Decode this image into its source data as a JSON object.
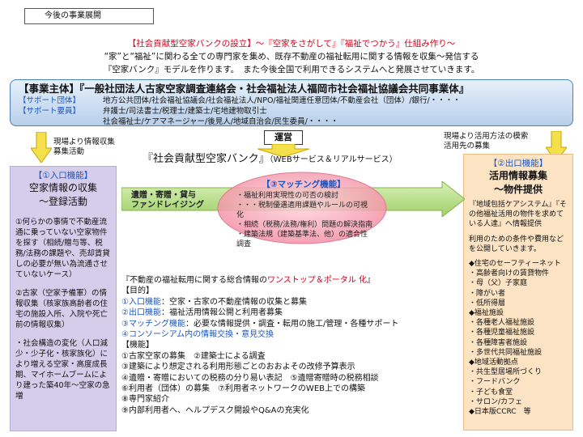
{
  "header": {
    "label": "今後の事業展開"
  },
  "intro": {
    "line1": "【社会貢献型空家バンクの設立】～『空家をさがして』『福祉でつかう』仕組み作り～",
    "line2": "“家”と“福祉”に関わる全ての専門家を集め、既存不動産の福祉転用に関する情報を収集～発信する",
    "line3": "『空家バンク』モデルを作ります。　また今後全国で利用できるシステムへと発展させていきます。"
  },
  "entity": {
    "title": "【事業主体】『一般社団法人古家空家調査連絡会・社会福祉法人福岡市社会福祉協議会共同事業体』",
    "support_org_label": "【サポート団体】",
    "support_org_value": "地方公共団体/社会福祉協議会/社会福祉法人/NPO/福祉関連任意団体/不動産会社（団体）/銀行/・・・・",
    "support_staff_label": "【サポート要員】",
    "support_staff_value1": "弁護士/司法書士/税理士/建築士/宅地建物取引士",
    "support_staff_value2": "社会福祉士/ケアマネージャー/後見人/地域自治会/民生委員/・・・・"
  },
  "left_note": {
    "line1": "現場より情報収集",
    "line2": "募集活動"
  },
  "right_note": {
    "line1": "現場より活用方法の模索",
    "line2": "活用先の募集"
  },
  "unei": "運営",
  "bank": {
    "title": "『社会貢献型空家バンク』",
    "tag": "（WEBサービス＆リアルサービス）"
  },
  "left_panel": {
    "title": "【①入口機能】",
    "subtitle1": "空家情報の収集",
    "subtitle2": "～登録活動",
    "p1": "①何らかの事情で不動産流通に乗っていない空家物件を探す（相続/贈与等、税務/法務の課題や、売却賃貸しの必要が無い為流通させていないケース）",
    "p2": "②古家（空家予備軍）の情報収集（核家族高齢者の住宅の施設入所、入院や死亡前の情報収集）",
    "p3": "・社会構造の変化（人口減少・少子化・核家族化）により増える空家・高度成長期、マイホームブームにより建った築40年～空家の急増"
  },
  "arrow": {
    "line1": "遺贈・寄贈・貸与",
    "line2": "ファンドレイジング"
  },
  "matching": {
    "title": "【③マッチング機能】",
    "items": [
      "・福祉利用実現性の可否の検討",
      "・・・税制優遇適用課題やルールの可視化",
      "・相続（税務/法務/権利）問題の解決指南",
      "・建築法規（建築基準法、他）の適合性調査"
    ]
  },
  "right_panel": {
    "title": "【②出口機能】",
    "subtitle1": "活用情報募集",
    "subtitle2": "～物件提供",
    "p1": "『地域包括ケアシステム』『その他福祉活用の物件を求めている人達』へ情報提供",
    "p2": "利用のための条件や費用などを公開していきます。",
    "list": [
      "◆住宅のセーフティーネット",
      "・高齢者向けの賃貸物件",
      "・母（父）子家庭",
      "・障がい者",
      "・低所得層",
      "◆福祉施設",
      "・各種老人福祉施設",
      "・各種児童福祉施設",
      "・各種障害者施設",
      "・多世代共同福祉施設",
      "◆地域活動拠点",
      "・共生型居場所づくり",
      "・フードバンク",
      "・子ども食堂",
      "・サロン/カフェ",
      "◆日本版CCRC　等"
    ]
  },
  "summary": {
    "heading_pre": "『不動産の福祉転用に関する総合情報の",
    "heading_red": "ワンストップ＆ポータル 化",
    "heading_post": "』",
    "purpose_label": "【目的】",
    "purpose1_blue": "①入口機能",
    "purpose1_rest": "：空家・古家の不動産情報の収集と募集",
    "purpose2_blue": "②出口機能",
    "purpose2_rest": "：福祉活用情報公開と利用者募集",
    "purpose3_blue": "③マッチング機能",
    "purpose3_rest": "：必要な情報提供・調査・転用の施工/管理・各種サポート",
    "purpose4": "④コンソーシアム内の情報交換・意見交換",
    "function_label": "【機能】",
    "functions": [
      "①古家空家の募集　②建築士による調査",
      "③建築により想定される利用形態ごとのおおよその改修予算表示",
      "④遺贈・寄贈においての税務の分り易い表記　⑤遺贈寄贈時の税務相談",
      "⑥利用者（団体）の募集　⑦利用者ネットワークのWEB上での構築",
      "⑧専門家紹介",
      "⑨内部利用者へ、ヘルプデスク開設やQ&Aの充実化"
    ]
  }
}
